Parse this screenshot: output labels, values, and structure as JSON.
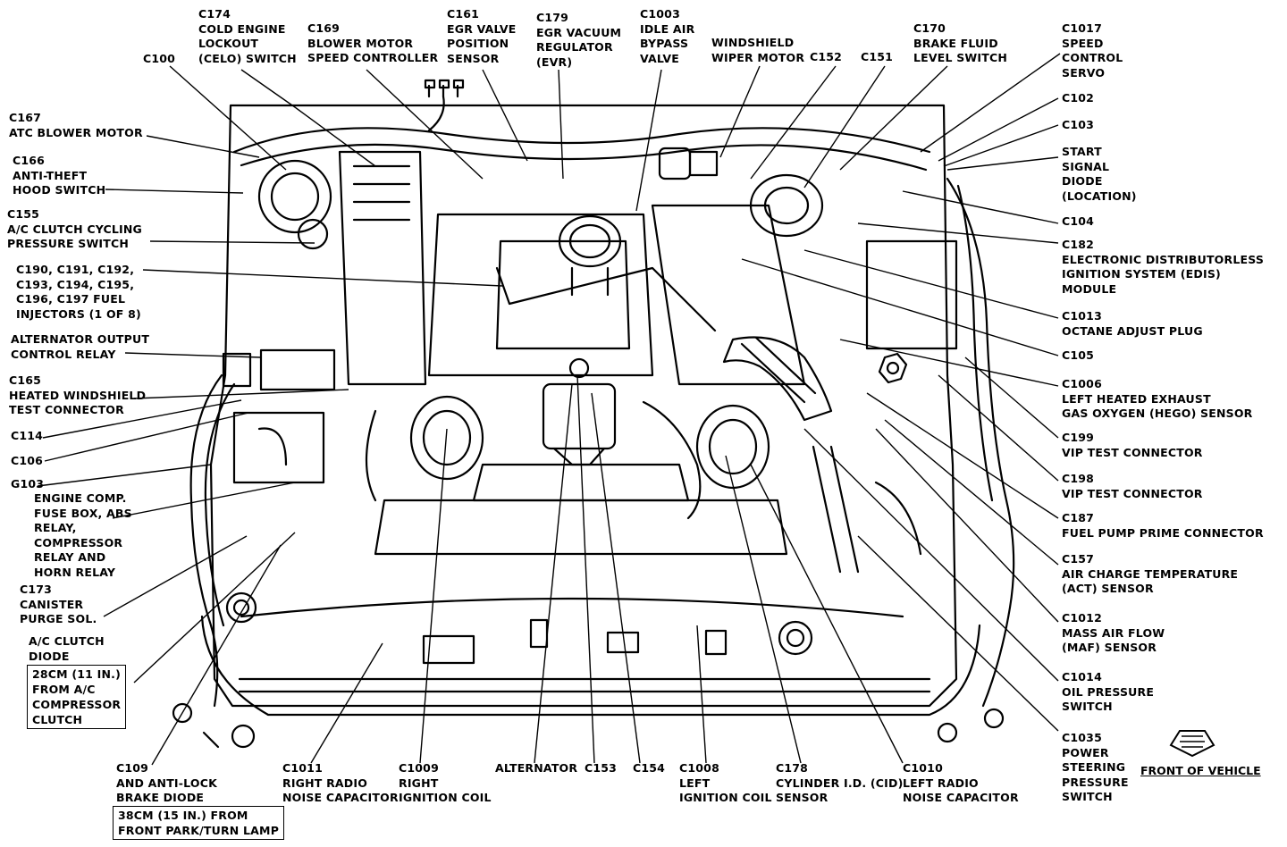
{
  "labels": {
    "c174": "C174\nCOLD ENGINE\nLOCKOUT\n(CELO) SWITCH",
    "c169": "C169\nBLOWER MOTOR\nSPEED CONTROLLER",
    "c161": "C161\nEGR VALVE\nPOSITION\nSENSOR",
    "c179": "C179\nEGR VACUUM\nREGULATOR\n(EVR)",
    "c1003": "C1003\nIDLE AIR\nBYPASS\nVALVE",
    "wiper": "WINDSHIELD\nWIPER MOTOR",
    "c152": "C152",
    "c151": "C151",
    "c170": "C170\nBRAKE FLUID\nLEVEL SWITCH",
    "c1017": "C1017\nSPEED\nCONTROL\nSERVO",
    "c100": "C100",
    "c167": "C167\nATC BLOWER MOTOR",
    "c166": "C166\nANTI-THEFT\nHOOD SWITCH",
    "c155": "C155\nA/C CLUTCH CYCLING\nPRESSURE SWITCH",
    "c190": "C190, C191, C192,\nC193, C194, C195,\nC196, C197 FUEL\nINJECTORS (1 OF 8)",
    "altrelay": "ALTERNATOR OUTPUT\nCONTROL RELAY",
    "c165": "C165\nHEATED WINDSHIELD\nTEST CONNECTOR",
    "c114": "C114",
    "c106": "C106",
    "g103": "G103",
    "fusebox": "ENGINE COMP.\nFUSE BOX, ABS\nRELAY,\nCOMPRESSOR\nRELAY AND\nHORN RELAY",
    "c173": "C173\nCANISTER\nPURGE SOL.",
    "acdiode": "A/C CLUTCH\nDIODE",
    "acdiode_box": "28CM (11 IN.)\nFROM A/C\nCOMPRESSOR\nCLUTCH",
    "c109": "C109\nAND ANTI-LOCK\nBRAKE DIODE",
    "c109_box": "38CM (15 IN.) FROM\nFRONT PARK/TURN LAMP",
    "c1011": "C1011\nRIGHT RADIO\nNOISE CAPACITOR",
    "c1009": "C1009\nRIGHT\nIGNITION COIL",
    "alternator": "ALTERNATOR",
    "c153": "C153",
    "c154": "C154",
    "c1008": "C1008\nLEFT\nIGNITION COIL",
    "c178": "C178\nCYLINDER I.D. (CID)\nSENSOR",
    "c1010": "C1010\nLEFT RADIO\nNOISE CAPACITOR",
    "c1035": "C1035\nPOWER\nSTEERING\nPRESSURE\nSWITCH",
    "c102": "C102",
    "c103": "C103",
    "startdiode": "START\nSIGNAL\nDIODE\n(LOCATION)",
    "c104": "C104",
    "c182": "C182\nELECTRONIC DISTRIBUTORLESS\nIGNITION SYSTEM (EDIS)\nMODULE",
    "c1013": "C1013\nOCTANE ADJUST PLUG",
    "c105": "C105",
    "c1006": "C1006\nLEFT HEATED EXHAUST\nGAS OXYGEN (HEGO) SENSOR",
    "c199": "C199\nVIP TEST CONNECTOR",
    "c198": "C198\nVIP TEST CONNECTOR",
    "c187": "C187\nFUEL PUMP PRIME CONNECTOR",
    "c157": "C157\nAIR CHARGE TEMPERATURE\n(ACT) SENSOR",
    "c1012": "C1012\nMASS AIR FLOW\n(MAF) SENSOR",
    "c1014": "C1014\nOIL PRESSURE\nSWITCH",
    "front": "FRONT OF VEHICLE"
  },
  "icons": {
    "front_arrow": "down-arrow-icon"
  }
}
